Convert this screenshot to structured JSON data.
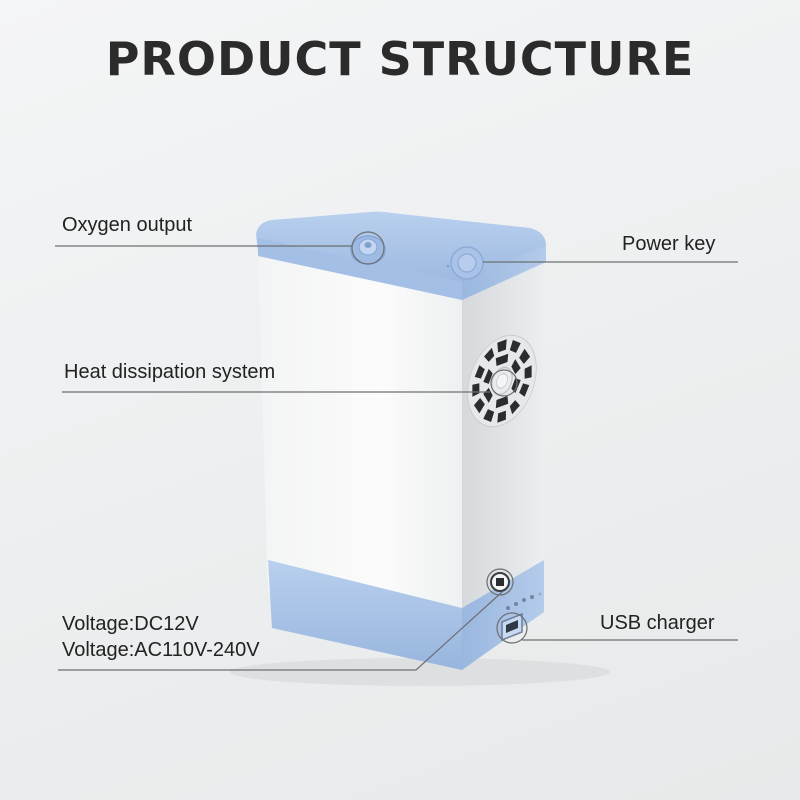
{
  "title": "PRODUCT STRUCTURE",
  "callouts": {
    "oxygen_output": "Oxygen output",
    "power_key": "Power key",
    "heat_dissipation": "Heat dissipation system",
    "voltage_dc": "Voltage:DC12V",
    "voltage_ac": "Voltage:AC110V-240V",
    "usb_charger": "USB charger"
  },
  "colors": {
    "body_white": "#f7f8f8",
    "side_grey": "#dfe2e4",
    "accent_blue": "#a9c3e8",
    "accent_blue_dark": "#8fb0dc",
    "callout_line": "#6d6f71",
    "text": "#222222"
  }
}
